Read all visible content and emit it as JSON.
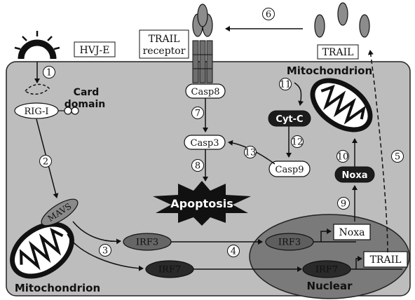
{
  "labels": {
    "hvje": "HVJ-E",
    "trail_receptor_1": "TRAIL",
    "trail_receptor_2": "receptor",
    "trail_ligand": "TRAIL",
    "card_1": "Card",
    "card_2": "domain",
    "rigi": "RIG-I",
    "mavs": "MAVS",
    "mitochondrion_top": "Mitochondrion",
    "mitochondrion_bottom": "Mitochondrion",
    "casp8": "Casp8",
    "casp3": "Casp3",
    "casp9": "Casp9",
    "cytc": "Cyt-C",
    "noxa_cyto": "Noxa",
    "apoptosis": "Apoptosis",
    "irf3_cyto": "IRF3",
    "irf7_cyto": "IRF7",
    "irf3_nuc": "IRF3",
    "irf7_nuc": "IRF7",
    "noxa_gene": "Noxa",
    "trail_gene": "TRAIL",
    "nuclear": "Nuclear"
  },
  "steps": [
    "1",
    "2",
    "3",
    "4",
    "5",
    "6",
    "7",
    "8",
    "9",
    "10",
    "11",
    "12",
    "13"
  ],
  "colors": {
    "cell": "#bdbdbd",
    "nucleus": "#7a7a7a",
    "dark_node": "#1c1c1c",
    "receptor": "#6e6e6e",
    "trail_ligand": "#8c8c8c"
  }
}
